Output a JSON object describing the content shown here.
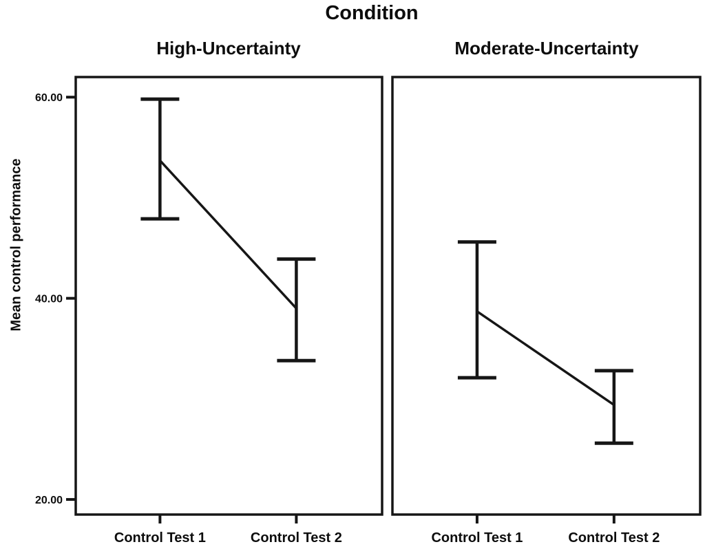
{
  "chart_data": {
    "type": "line",
    "title": "Condition",
    "ylabel": "Mean control performance",
    "xlabel": "",
    "categories": [
      "Control Test 1",
      "Control Test 2"
    ],
    "ylim": [
      18.5,
      62
    ],
    "yticks": [
      {
        "value": 20,
        "label": "20.00"
      },
      {
        "value": 40,
        "label": "40.00"
      },
      {
        "value": 60,
        "label": "60.00"
      }
    ],
    "grid": false,
    "legend": null,
    "line_color": "#161616",
    "error_bars": "shown, capped",
    "panels": [
      {
        "name": "High-Uncertainty",
        "means": [
          53.7,
          39.0
        ],
        "ci_low": [
          47.9,
          33.8
        ],
        "ci_high": [
          59.8,
          43.9
        ]
      },
      {
        "name": "Moderate-Uncertainty",
        "means": [
          38.7,
          29.4
        ],
        "ci_low": [
          32.1,
          25.6
        ],
        "ci_high": [
          45.6,
          32.8
        ]
      }
    ]
  }
}
